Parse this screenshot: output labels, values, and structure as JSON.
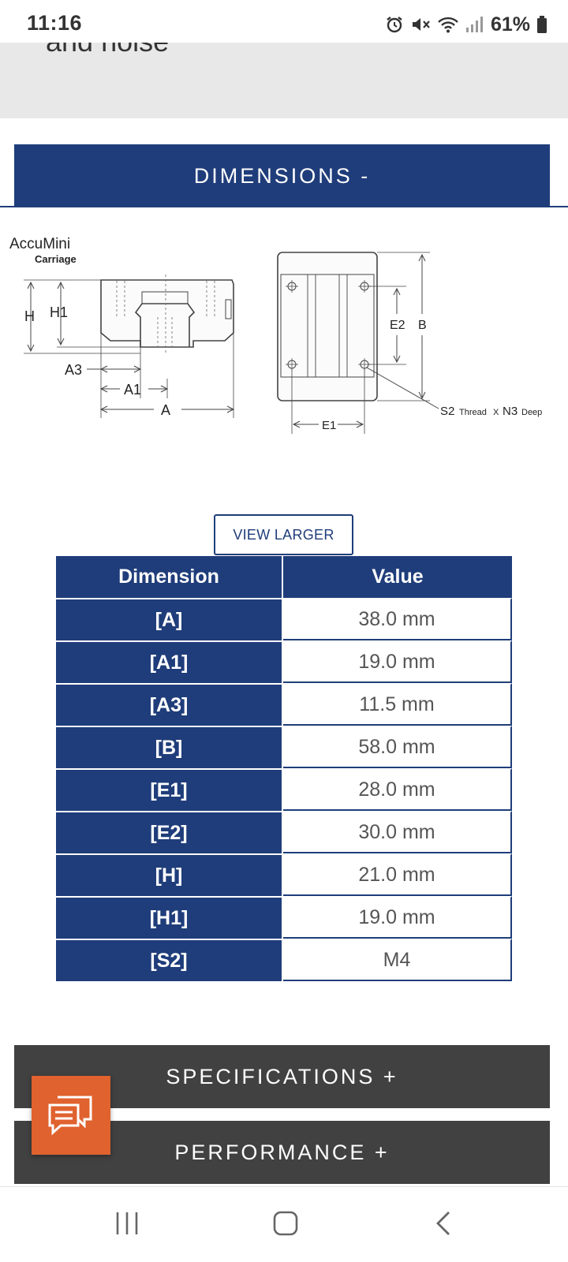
{
  "status_bar": {
    "time": "11:16",
    "battery": "61%",
    "icons": [
      "alarm-icon",
      "mute-icon",
      "wifi-icon",
      "signal-icon",
      "battery-icon"
    ]
  },
  "page": {
    "clipped_text": "and noise"
  },
  "dimensions_section": {
    "header": "DIMENSIONS -",
    "view_larger": "VIEW LARGER",
    "drawing_labels": {
      "product": "AccuMini",
      "subtitle": "Carriage",
      "H": "H",
      "H1": "H1",
      "A3": "A3",
      "A1": "A1",
      "A": "A",
      "E2": "E2",
      "B": "B",
      "E1": "E1",
      "S2": "S2",
      "thread1": "Thread",
      "x": "X",
      "N3": "N3",
      "deep": "Deep"
    },
    "table": {
      "headers": [
        "Dimension",
        "Value"
      ],
      "rows": [
        {
          "dimension": "[A]",
          "value": "38.0 mm"
        },
        {
          "dimension": "[A1]",
          "value": "19.0 mm"
        },
        {
          "dimension": "[A3]",
          "value": "11.5 mm"
        },
        {
          "dimension": "[B]",
          "value": "58.0 mm"
        },
        {
          "dimension": "[E1]",
          "value": "28.0 mm"
        },
        {
          "dimension": "[E2]",
          "value": "30.0 mm"
        },
        {
          "dimension": "[H]",
          "value": "21.0 mm"
        },
        {
          "dimension": "[H1]",
          "value": "19.0 mm"
        },
        {
          "dimension": "[S2]",
          "value": "M4"
        }
      ]
    }
  },
  "accordions": {
    "specifications": "SPECIFICATIONS +",
    "performance": "PERFORMANCE +"
  },
  "colors": {
    "brand_navy": "#1f3d7a",
    "accordion_gray": "#414141",
    "chat_orange": "#e0622e"
  }
}
